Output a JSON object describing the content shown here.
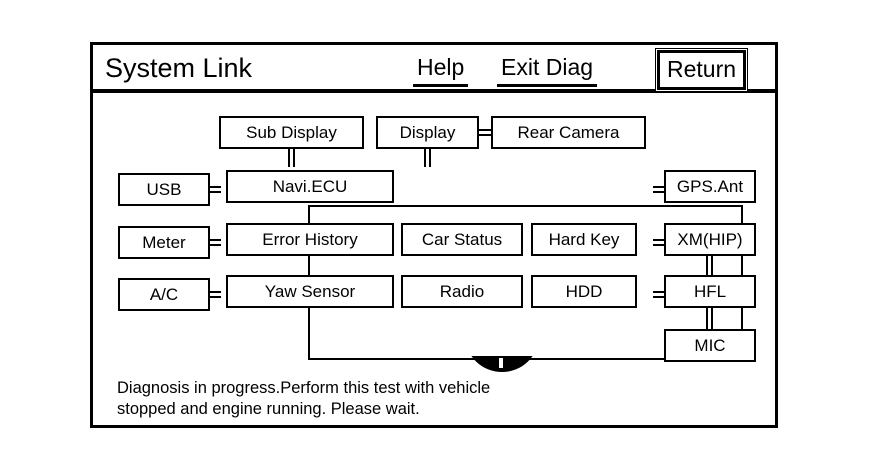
{
  "header": {
    "title": "System Link",
    "help_label": "Help",
    "exit_label": "Exit Diag",
    "return_label": "Return"
  },
  "diagram": {
    "top_row": [
      {
        "label": "Sub Display"
      },
      {
        "label": "Display"
      },
      {
        "label": "Rear Camera"
      }
    ],
    "left_column": [
      {
        "label": "USB"
      },
      {
        "label": "Meter"
      },
      {
        "label": "A/C"
      }
    ],
    "group_nodes": [
      {
        "label": "Navi.ECU"
      },
      {
        "label": "Error History"
      },
      {
        "label": "Car Status"
      },
      {
        "label": "Hard Key"
      },
      {
        "label": "Yaw Sensor"
      },
      {
        "label": "Radio"
      },
      {
        "label": "HDD"
      }
    ],
    "right_column": [
      {
        "label": "GPS.Ant"
      },
      {
        "label": "XM(HIP)"
      },
      {
        "label": "HFL"
      },
      {
        "label": "MIC"
      }
    ]
  },
  "status": {
    "line1": "Diagnosis in progress.Perform this test with vehicle",
    "line2": "stopped and engine running. Please wait."
  },
  "colors": {
    "foreground": "#000000",
    "background": "#ffffff"
  }
}
